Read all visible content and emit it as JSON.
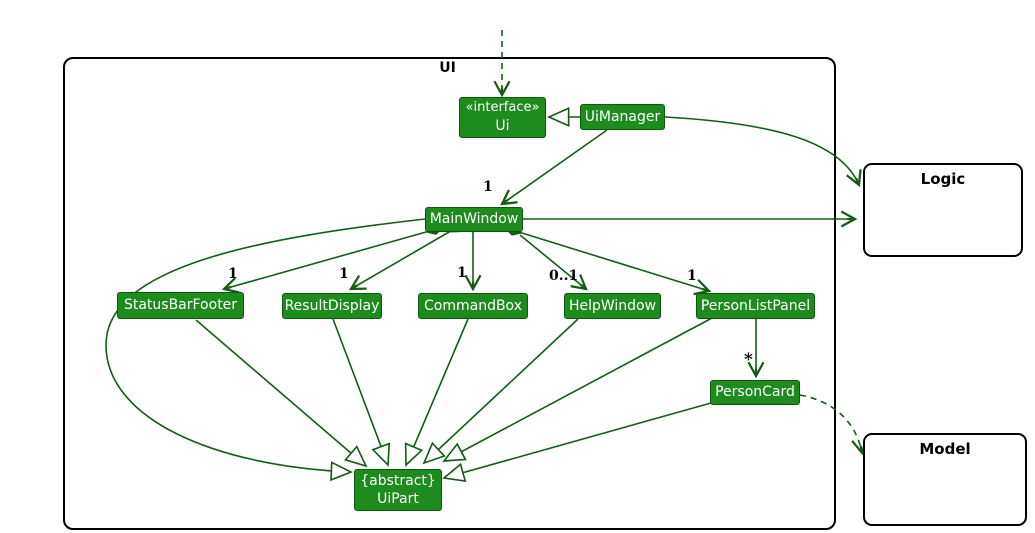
{
  "diagram": {
    "package_label": "UI",
    "classes": {
      "ui_interface": {
        "stereotype": "«interface»",
        "name": "Ui"
      },
      "ui_manager": {
        "name": "UiManager"
      },
      "main_window": {
        "name": "MainWindow"
      },
      "status_bar_footer": {
        "name": "StatusBarFooter"
      },
      "result_display": {
        "name": "ResultDisplay"
      },
      "command_box": {
        "name": "CommandBox"
      },
      "help_window": {
        "name": "HelpWindow"
      },
      "person_list_panel": {
        "name": "PersonListPanel"
      },
      "person_card": {
        "name": "PersonCard"
      },
      "ui_part": {
        "modifier": "{abstract}",
        "name": "UiPart"
      }
    },
    "external_components": {
      "logic": {
        "name": "Logic"
      },
      "model": {
        "name": "Model"
      }
    },
    "multiplicities": {
      "uimanager_mainwindow": "1",
      "mainwindow_statusbarfooter": "1",
      "mainwindow_resultdisplay": "1",
      "mainwindow_commandbox": "1",
      "mainwindow_helpwindow": "0..1",
      "mainwindow_personlistpanel": "1",
      "personlistpanel_personcard": "*"
    },
    "colors": {
      "class_fill": "#1e8b1e",
      "class_border": "#0d5a0d",
      "class_text": "#ffffff",
      "edge": "#165c16",
      "frame_border": "#000000",
      "label_text": "#000000"
    }
  }
}
